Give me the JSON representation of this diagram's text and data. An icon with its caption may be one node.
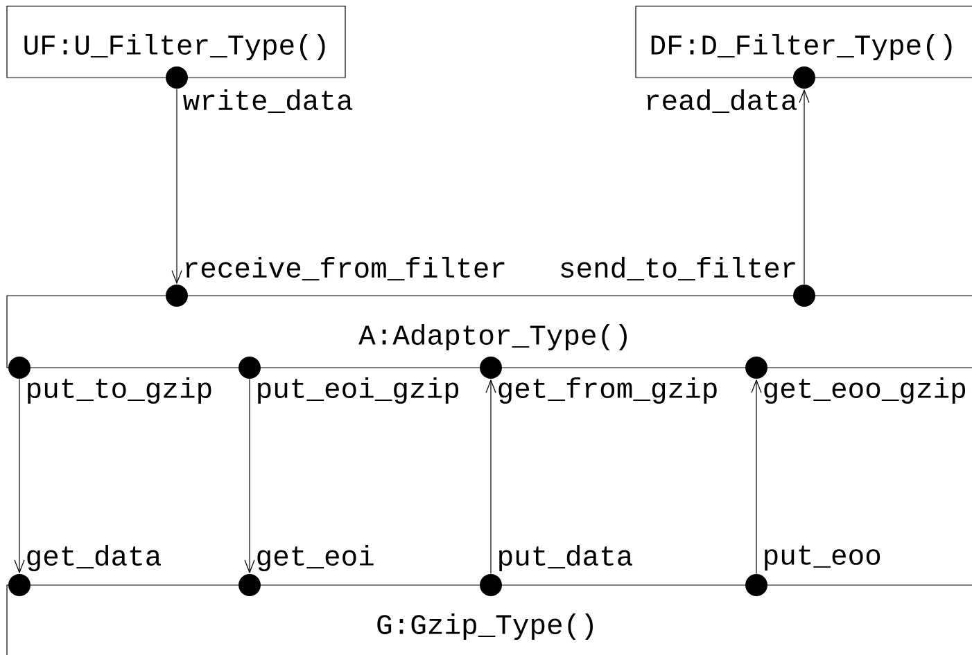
{
  "diagram": {
    "nodes": [
      {
        "text": [
          "UF:U_Filter_Type()"
        ]
      },
      {
        "text": [
          "DF:D_Filter_Type()"
        ]
      },
      {
        "text": [],
        "shape": "circle",
        "beside": [
          "write_data"
        ]
      },
      {
        "text": [],
        "shape": "circle",
        "beside": [
          "read_data"
        ]
      },
      {
        "text": [],
        "shape": "circle",
        "beside": [
          "receive_from_filter"
        ]
      },
      {
        "text": [],
        "shape": "circle",
        "beside": [
          "send_to_filter"
        ]
      },
      {
        "text": [
          "A:Adaptor_Type()"
        ]
      },
      {
        "text": [],
        "shape": "circle",
        "beside": [
          "put_to_gzip"
        ]
      },
      {
        "text": [],
        "shape": "circle",
        "beside": [
          "put_eoi_gzip"
        ]
      },
      {
        "text": [],
        "shape": "circle",
        "beside": [
          "get_from_gzip"
        ]
      },
      {
        "text": [],
        "shape": "circle",
        "beside": [
          "get_eoo_gzip"
        ]
      },
      {
        "text": [],
        "shape": "circle",
        "beside": [
          "get_data"
        ]
      },
      {
        "text": [],
        "shape": "circle",
        "beside": [
          "get_eoi"
        ]
      },
      {
        "text": [],
        "shape": "circle",
        "beside": [
          "put_data"
        ]
      },
      {
        "text": [],
        "shape": "circle",
        "beside": [
          "put_eoo"
        ]
      },
      {
        "text": [
          "G:Gzip_Type()"
        ]
      }
    ],
    "edges": [
      {
        "from": 2,
        "to": 4,
        "arrow": "to"
      },
      {
        "from": 5,
        "to": 3,
        "arrow": "to"
      },
      {
        "from": 7,
        "to": 11,
        "arrow": "to"
      },
      {
        "from": 8,
        "to": 12,
        "arrow": "to"
      },
      {
        "from": 13,
        "to": 9,
        "arrow": "to"
      },
      {
        "from": 14,
        "to": 10,
        "arrow": "to"
      }
    ]
  }
}
